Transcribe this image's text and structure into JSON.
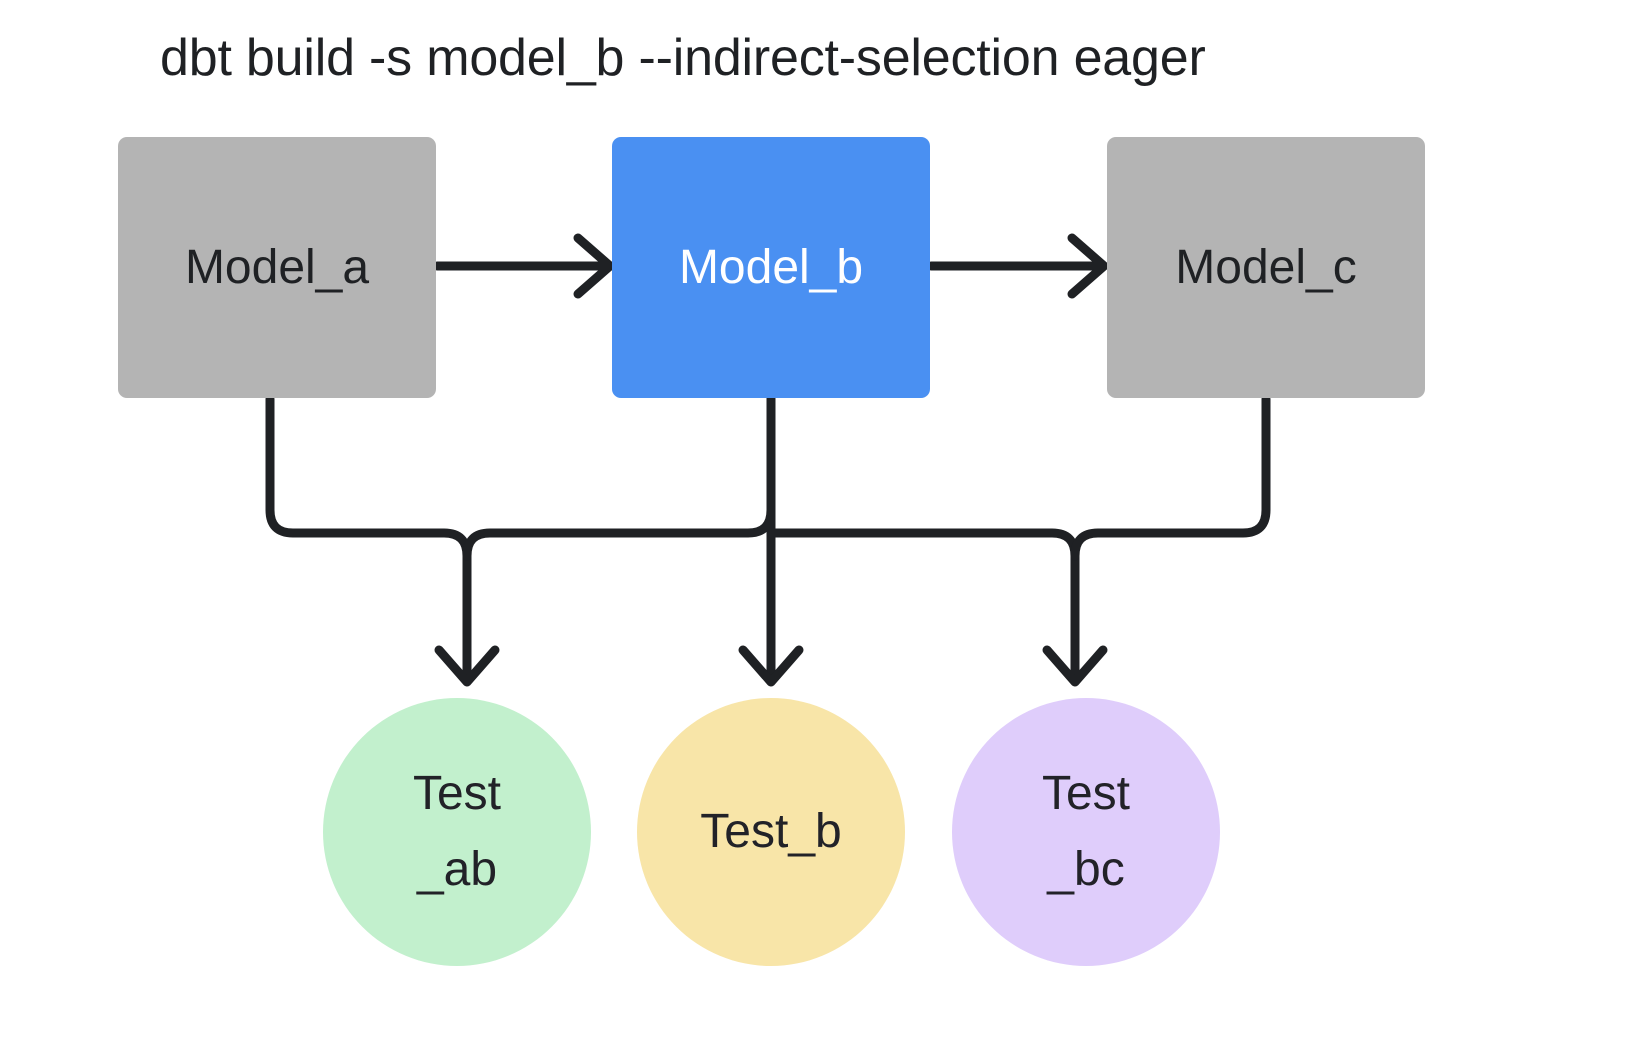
{
  "title": {
    "text": "dbt build -s model_b --indirect-selection eager"
  },
  "colors": {
    "background": "#ffffff",
    "model_unselected": "#b4b4b4",
    "model_selected": "#4a90f2",
    "test_ab": "#c2f0cd",
    "test_b": "#f8e5a8",
    "test_bc": "#dfcdfb",
    "edge": "#1f2124",
    "text_dark": "#1f2124",
    "text_light": "#ffffff"
  },
  "graph": {
    "models": [
      {
        "id": "model_a",
        "label": "Model_a",
        "shape": "rectangle",
        "selected": false,
        "color": "#b4b4b4"
      },
      {
        "id": "model_b",
        "label": "Model_b",
        "shape": "rectangle",
        "selected": true,
        "color": "#4a90f2"
      },
      {
        "id": "model_c",
        "label": "Model_c",
        "shape": "rectangle",
        "selected": false,
        "color": "#b4b4b4"
      }
    ],
    "tests": [
      {
        "id": "test_ab",
        "label": "Test\n_ab",
        "shape": "circle",
        "color": "#c2f0cd"
      },
      {
        "id": "test_b",
        "label": "Test_b",
        "shape": "circle",
        "color": "#f8e5a8"
      },
      {
        "id": "test_bc",
        "label": "Test\n_bc",
        "shape": "circle",
        "color": "#dfcdfb"
      }
    ],
    "edges": [
      {
        "from": "model_a",
        "to": "model_b",
        "style": "straight-arrow"
      },
      {
        "from": "model_b",
        "to": "model_c",
        "style": "straight-arrow"
      },
      {
        "from": "model_a",
        "to": "test_ab",
        "style": "elbow-arrow"
      },
      {
        "from": "model_b",
        "to": "test_ab",
        "style": "elbow-arrow"
      },
      {
        "from": "model_b",
        "to": "test_b",
        "style": "straight-arrow"
      },
      {
        "from": "model_b",
        "to": "test_bc",
        "style": "elbow-arrow"
      },
      {
        "from": "model_c",
        "to": "test_bc",
        "style": "elbow-arrow"
      }
    ]
  }
}
